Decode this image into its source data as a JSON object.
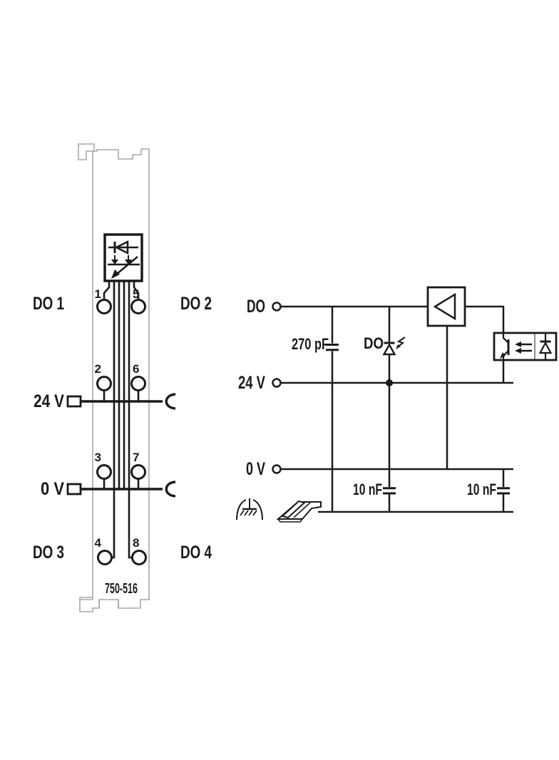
{
  "module": {
    "part_number": "750-516",
    "channel_labels": {
      "do1": "DO 1",
      "do2": "DO 2",
      "do3": "DO 3",
      "do4": "DO 4"
    },
    "power_labels": {
      "v24": "24 V",
      "v0": "0 V"
    },
    "terminals": {
      "t1": "1",
      "t2": "2",
      "t3": "3",
      "t4": "4",
      "t5": "5",
      "t6": "6",
      "t7": "7",
      "t8": "8"
    }
  },
  "schematic": {
    "signal_labels": {
      "do": "DO",
      "v24": "24 V",
      "v0": "0 V"
    },
    "components": {
      "input_cap": "270 pF",
      "status_led": "DO",
      "filter_cap_1": "10 nF",
      "filter_cap_2": "10 nF"
    },
    "icons": [
      "led-indicator-icon",
      "clamp-terminal-icon",
      "cage-clamp-icon",
      "amplifier-icon",
      "optocoupler-icon",
      "capacitor-icon",
      "functional-earth-icon",
      "din-rail-icon"
    ]
  },
  "colors": {
    "line": "#1a1a1a",
    "housing_outline": "#a8a8a8",
    "background": "#ffffff"
  }
}
